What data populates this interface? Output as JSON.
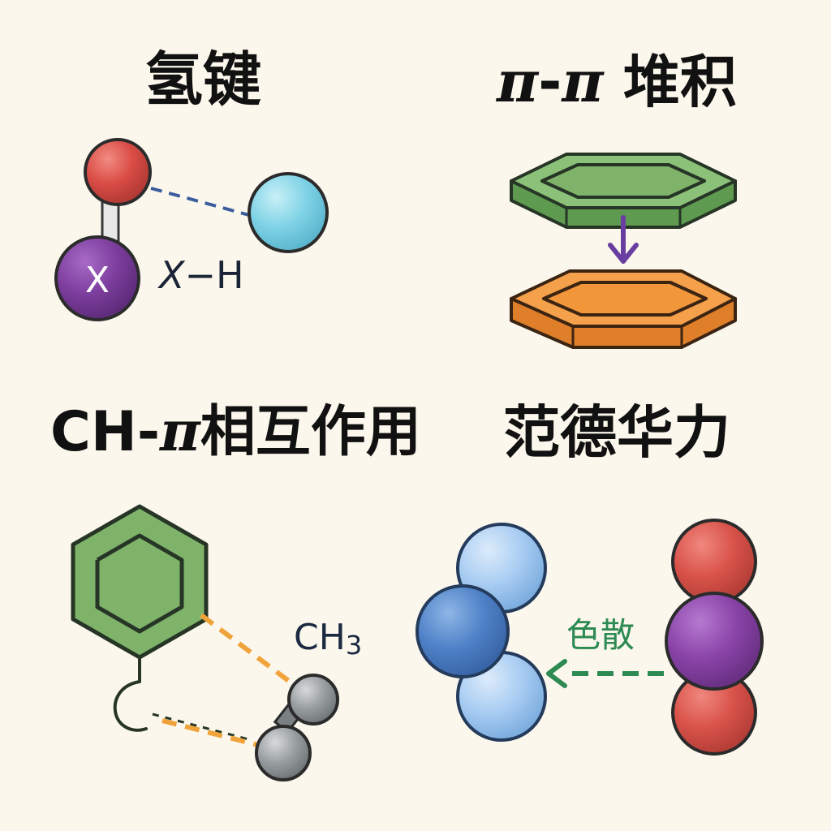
{
  "panels": {
    "hydrogen_bond": {
      "title": "氢键",
      "atom_label": "X",
      "bond_label_x": "X",
      "bond_label_rest": "−H"
    },
    "pi_stacking": {
      "title_pi1": "π",
      "title_dash": "-",
      "title_pi2": "π",
      "title_rest": " 堆积"
    },
    "ch_pi": {
      "title_prefix": "CH-",
      "title_pi": "π",
      "title_rest": "相互作用",
      "group_label_main": "CH",
      "group_label_sub": "3"
    },
    "van_der_waals": {
      "title": "范德华力",
      "dispersion_label": "色散"
    }
  },
  "colors": {
    "background": "#fbf7ec",
    "oxygen_red": "#d94c45",
    "x_purple": "#7d3e9e",
    "acceptor_cyan": "#7fd4e8",
    "ring_green": "#7fb36a",
    "ring_orange": "#f2963a",
    "arrow_purple": "#6a3ea1",
    "bond_blue_dash": "#3d5c9e",
    "ch_orange_dash": "#f0a33a",
    "carbon_gray": "#8d9295",
    "blue_light": "#a9cdf2",
    "blue_mid": "#4f82c8",
    "dispersion_green": "#2c8a52",
    "red_atom": "#d9534a",
    "purple_atom": "#8a44a8"
  }
}
